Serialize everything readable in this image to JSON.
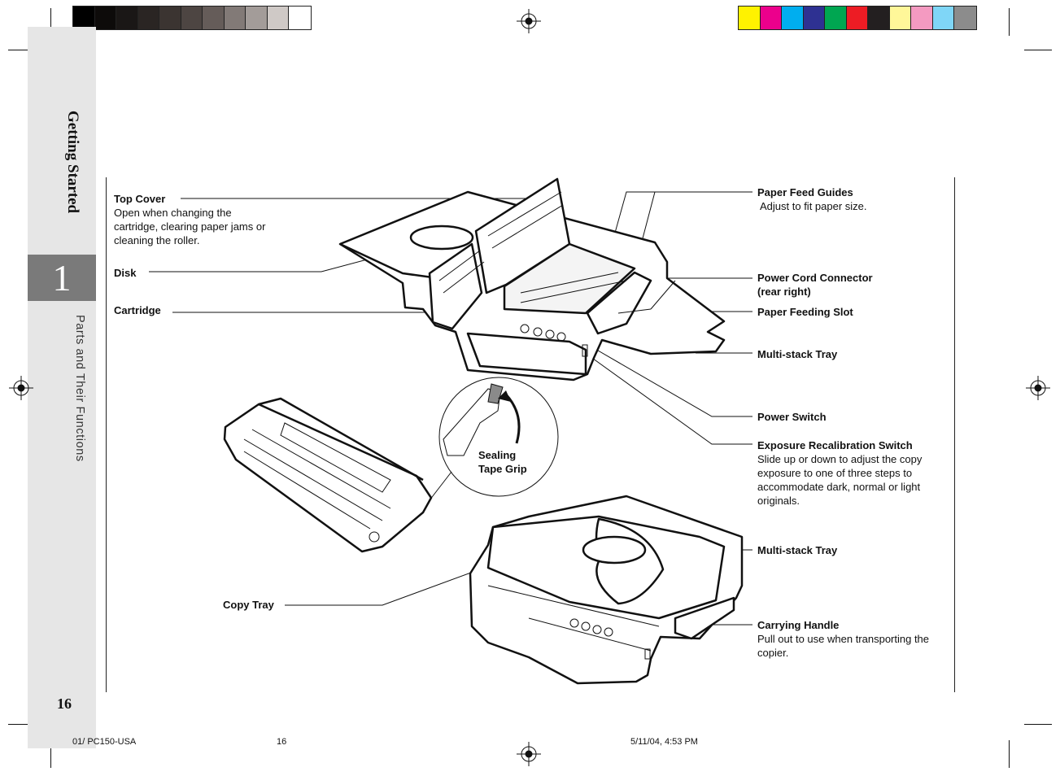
{
  "sidebar": {
    "section_title": "Getting Started",
    "chapter_number": "1",
    "section_subtitle": "Parts and Their Functions",
    "page_number": "16"
  },
  "labels": {
    "top_cover": {
      "title": "Top Cover",
      "description": "Open when changing the cartridge, clearing paper jams or cleaning the roller."
    },
    "disk": {
      "title": "Disk"
    },
    "cartridge": {
      "title": "Cartridge"
    },
    "paper_feed_guides": {
      "title": "Paper Feed Guides",
      "description": "Adjust to fit paper size."
    },
    "power_cord_connector": {
      "title": "Power Cord Connector",
      "title_line2": "(rear right)"
    },
    "paper_feeding_slot": {
      "title": "Paper Feeding Slot"
    },
    "multi_stack_tray_upper": {
      "title": "Multi-stack Tray"
    },
    "power_switch": {
      "title": "Power Switch"
    },
    "exposure_switch": {
      "title": "Exposure Recalibration Switch",
      "description": "Slide up or down to adjust the copy exposure to one of three steps to accommodate dark,  normal or light originals."
    },
    "sealing_tape_grip": {
      "line1": "Sealing",
      "line2": "Tape Grip"
    },
    "multi_stack_tray_lower": {
      "title": "Multi-stack Tray"
    },
    "copy_tray": {
      "title": "Copy Tray"
    },
    "carrying_handle": {
      "title": "Carrying Handle",
      "description": "Pull out to use when transporting the copier."
    }
  },
  "footer": {
    "file": "01/ PC150-USA",
    "page": "16",
    "timestamp": "5/11/04, 4:53 PM"
  },
  "colors": {
    "gray_bar": [
      "#000000",
      "#0d0b0a",
      "#1a1716",
      "#2a2523",
      "#3b3431",
      "#4d4542",
      "#655c59",
      "#827a77",
      "#a39c99",
      "#cfc9c6",
      "#ffffff"
    ],
    "color_bar": [
      "#fff200",
      "#ec008c",
      "#00aeef",
      "#2e3192",
      "#00a651",
      "#ed1c24",
      "#231f20",
      "#fff799",
      "#f49ac1",
      "#7fd6f7",
      "#8c8c8c"
    ],
    "sidebar_gray": "#e6e6e6",
    "chapter_box": "#7a7a7a"
  }
}
